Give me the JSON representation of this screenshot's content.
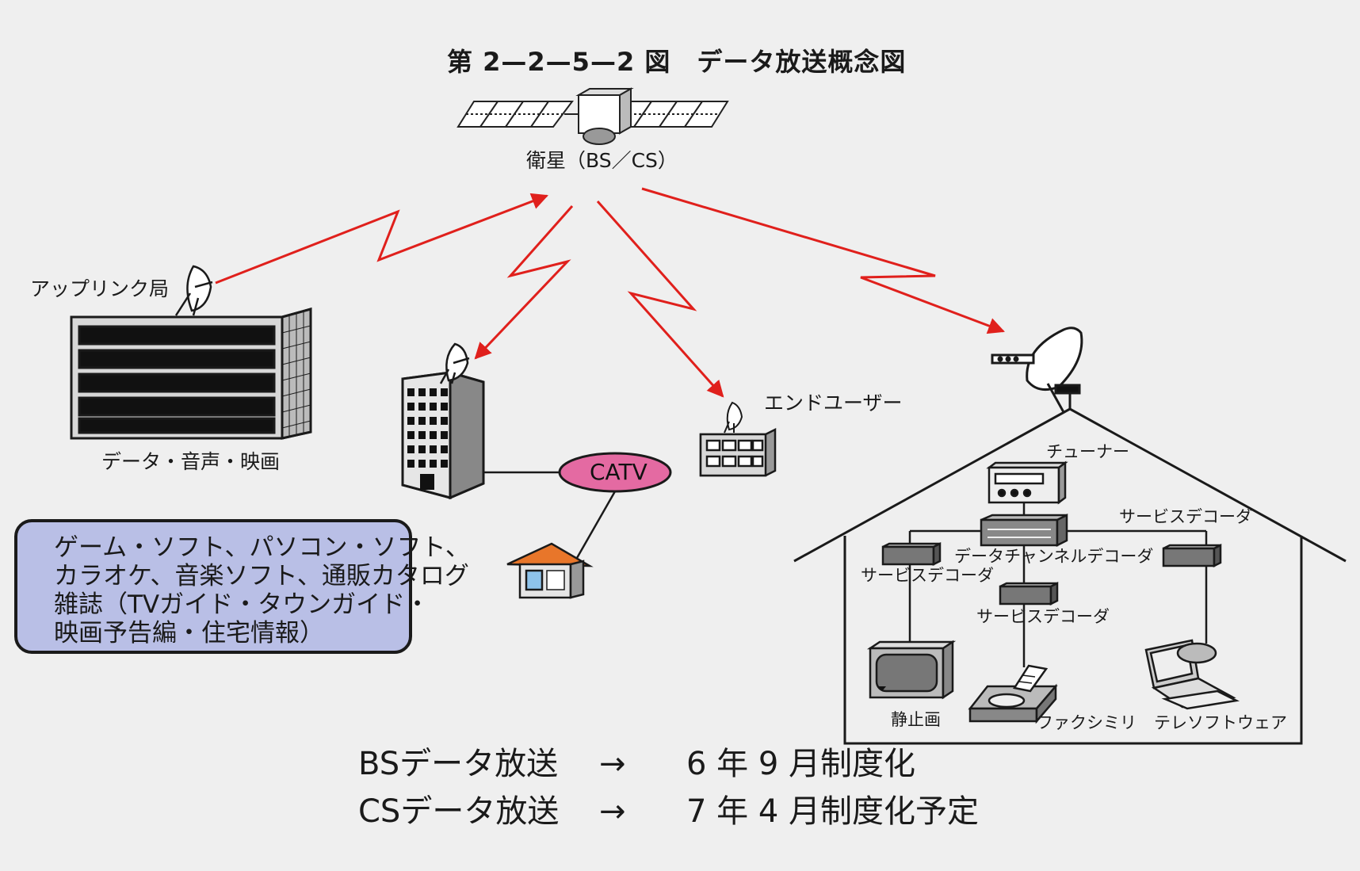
{
  "title": "第 2—2—5—2 図　データ放送概念図",
  "labels": {
    "satellite": "衛星（BS／CS）",
    "uplink": "アップリンク局",
    "uplink_content": "データ・音声・映画",
    "catv": "CATV",
    "end_user": "エンドユーザー",
    "tuner": "チューナー",
    "data_channel_decoder": "データチャンネルデコーダ",
    "service_decoder_left": "サービスデコーダ",
    "service_decoder_center": "サービスデコーダ",
    "service_decoder_right": "サービスデコーダ",
    "still_image": "静止画",
    "facsimile": "ファクシミリ",
    "telesoftware": "テレソフトウェア"
  },
  "infobox": {
    "lines": [
      "ゲーム・ソフト、パソコン・ソフト、",
      "カラオケ、音楽ソフト、通販カタログ",
      "雑誌（TVガイド・タウンガイド・",
      "映画予告編・住宅情報）"
    ]
  },
  "schedule": [
    {
      "service": "BSデータ放送",
      "arrow": "→",
      "date": "6 年 9 月制度化"
    },
    {
      "service": "CSデータ放送",
      "arrow": "→",
      "date": "7 年 4 月制度化予定"
    }
  ],
  "colors": {
    "signal_arrow": "#e0201c",
    "catv_ellipse": "#e46aa2",
    "infobox_bg": "#b9bfe6",
    "house_roof": "#e8762a",
    "background": "#efefef"
  }
}
